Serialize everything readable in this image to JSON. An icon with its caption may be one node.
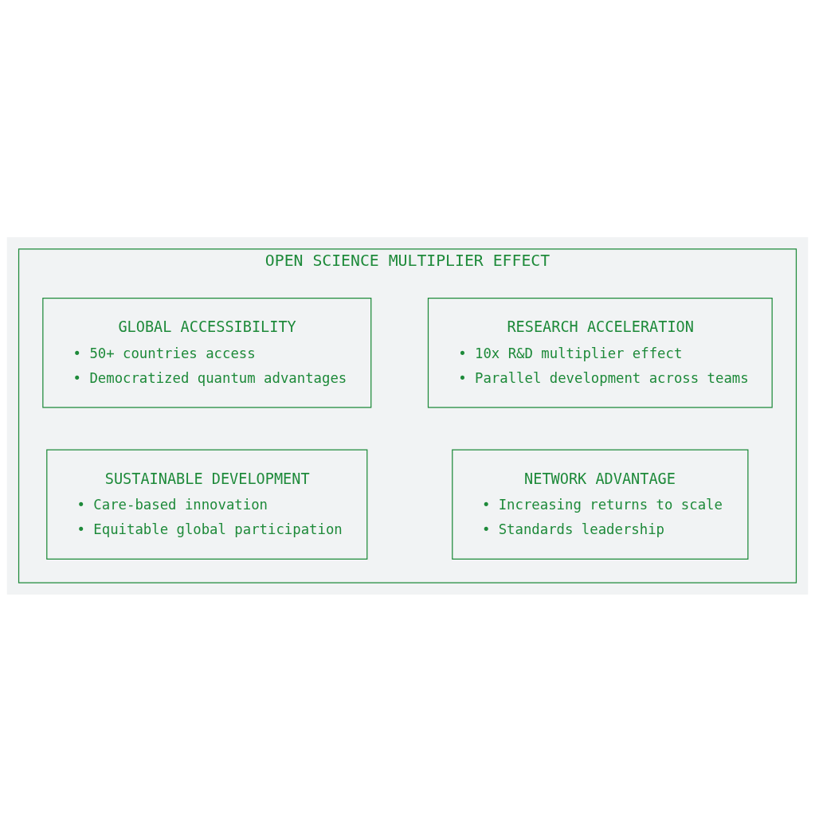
{
  "diagram": {
    "nodes": [
      {
        "text": [
          "OPEN SCIENCE MULTIPLIER EFFECT"
        ]
      },
      {
        "text": [
          "RESEARCH ACCELERATION",
          "• 10x R&D multiplier effect",
          "• Parallel development across teams"
        ],
        "in": 0
      },
      {
        "text": [
          "GLOBAL ACCESSIBILITY",
          "• 50+ countries access",
          "• Democratized quantum advantages"
        ],
        "in": 0
      },
      {
        "text": [
          "NETWORK ADVANTAGE",
          "• Increasing returns to scale",
          "• Standards leadership"
        ],
        "in": 0
      },
      {
        "text": [
          "SUSTAINABLE DEVELOPMENT",
          "• Care-based innovation",
          "• Equitable global participation"
        ],
        "in": 0
      }
    ]
  }
}
